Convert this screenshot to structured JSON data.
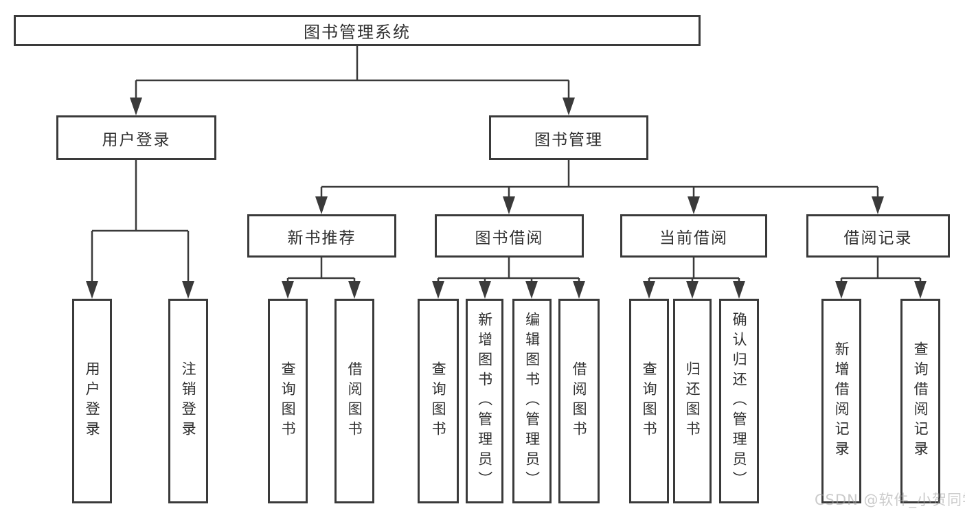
{
  "diagram_title": "图书管理系统",
  "tree": {
    "label": "图书管理系统",
    "children": [
      {
        "label": "用户登录",
        "children": [
          {
            "label": "用户登录"
          },
          {
            "label": "注销登录"
          }
        ]
      },
      {
        "label": "图书管理",
        "children": [
          {
            "label": "新书推荐",
            "children": [
              {
                "label": "查询图书"
              },
              {
                "label": "借阅图书"
              }
            ]
          },
          {
            "label": "图书借阅",
            "children": [
              {
                "label": "查询图书"
              },
              {
                "label": "新增图书（管理员）"
              },
              {
                "label": "编辑图书（管理员）"
              },
              {
                "label": "借阅图书"
              }
            ]
          },
          {
            "label": "当前借阅",
            "children": [
              {
                "label": "查询图书"
              },
              {
                "label": "归还图书"
              },
              {
                "label": "确认归还（管理员）"
              }
            ]
          },
          {
            "label": "借阅记录",
            "children": [
              {
                "label": "新增借阅记录"
              },
              {
                "label": "查询借阅记录"
              }
            ]
          }
        ]
      }
    ]
  },
  "watermark": {
    "text": "CSDN @软件_小贺同学"
  },
  "colors": {
    "line": "#3a3a3a",
    "box_border": "#3a3a3a",
    "text": "#2f2f2f",
    "background": "#ffffff",
    "watermark": "#cbcbcb"
  }
}
